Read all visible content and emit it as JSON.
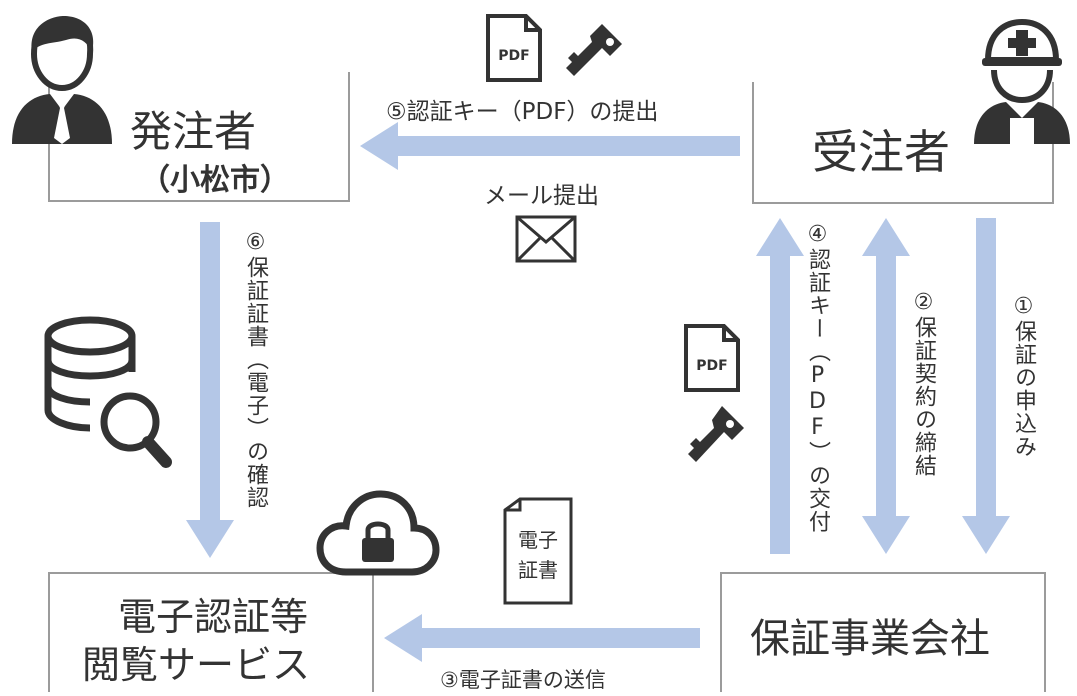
{
  "nodes": {
    "orderer": {
      "title": "発注者",
      "subtitle": "（小松市）"
    },
    "contractor": {
      "title": "受注者"
    },
    "guarantor": {
      "title": "保証事業会社"
    },
    "service": {
      "line1": "電子認証等",
      "line2": "閲覧サービス"
    }
  },
  "steps": {
    "s1": "①保証の申込み",
    "s2": "②保証契約の締結",
    "s3": "③電子証書の送信",
    "s4": "④認証キー（PDF）の交付",
    "s5": "⑤認証キー（PDF）の提出",
    "s6": "⑥保証証書（電子）の確認"
  },
  "labels": {
    "mail": "メール提出",
    "pdf": "PDF",
    "document_line1": "電子",
    "document_line2": "証書"
  },
  "colors": {
    "arrow": "#b4c7e7",
    "box_border": "#9b9b9b",
    "icon": "#333333"
  },
  "icons": [
    "businessman-icon",
    "worker-icon",
    "database-search-icon",
    "cloud-lock-icon",
    "pdf-file-icon",
    "key-icon",
    "envelope-icon",
    "document-icon"
  ]
}
